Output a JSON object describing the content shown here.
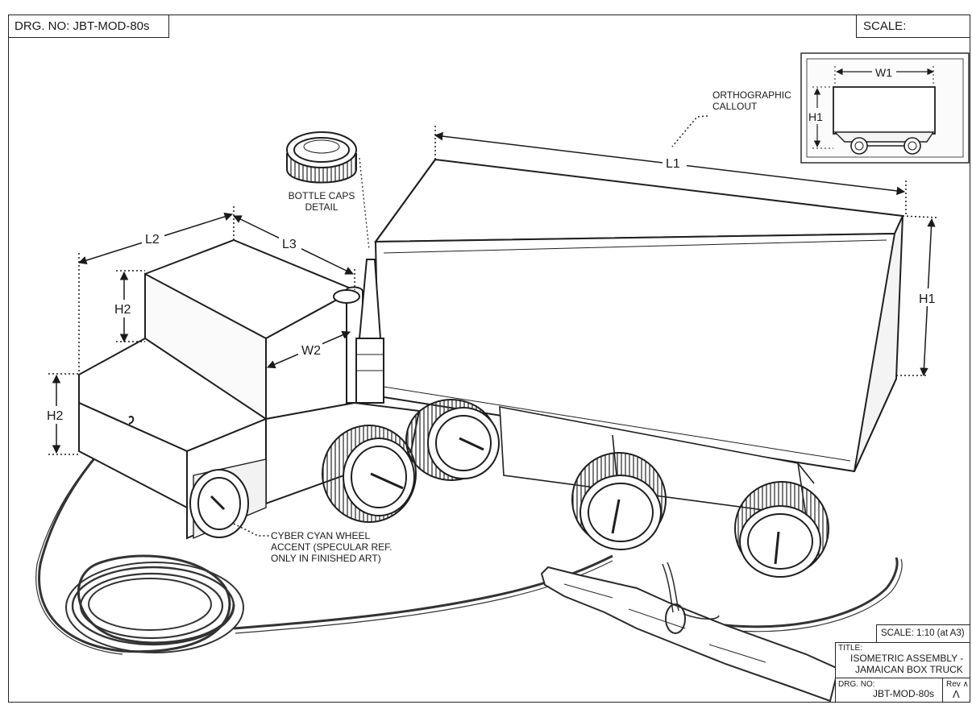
{
  "header": {
    "drawing_number_label": "DRG. NO: JBT-MOD-80s",
    "scale_label": "SCALE:"
  },
  "dimensions": {
    "l1": "L1",
    "l2": "L2",
    "l3": "L3",
    "h1": "H1",
    "h2_upper": "H2",
    "h2_lower": "H2",
    "w2": "W2"
  },
  "callouts": {
    "bottle_caps_line1": "BOTTLE CAPS",
    "bottle_caps_line2": "DETAIL",
    "orthographic_line1": "ORTHOGRAPHIC",
    "orthographic_line2": "CALLOUT",
    "wheel_line1": "CYBER CYAN WHEEL",
    "wheel_line2": "ACCENT (SPECULAR REF.",
    "wheel_line3": "ONLY IN FINISHED ART)"
  },
  "inset": {
    "w1": "W1",
    "h1": "H1"
  },
  "title_block": {
    "scale": "SCALE: 1:10 (at A3)",
    "title_label": "TITLE:",
    "title_line1": "ISOMETRIC ASSEMBLY -",
    "title_line2": "JAMAICAN BOX TRUCK",
    "drg_label": "DRG. NO:",
    "drg_value": "JBT-MOD-80s",
    "rev_label": "Rev ∧",
    "rev_value": "Λ"
  }
}
